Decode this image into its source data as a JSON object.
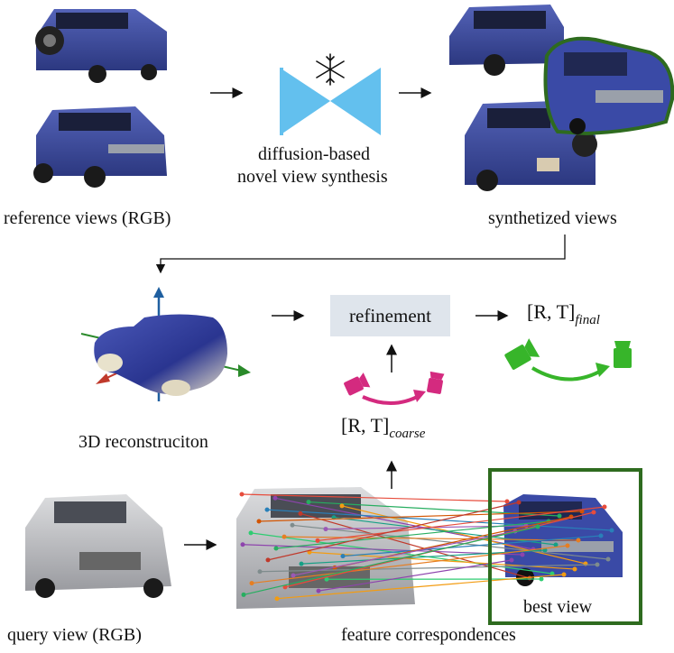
{
  "labels": {
    "reference_views": "reference views (RGB)",
    "diffusion_line1": "diffusion-based",
    "diffusion_line2": "novel view synthesis",
    "synthetized_views": "synthetized views",
    "refinement": "refinement",
    "reconstruction": "3D reconstruciton",
    "query_view": "query view (RGB)",
    "feature_correspondences": "feature correspondences",
    "best_view": "best view"
  },
  "pose_final": {
    "base": "[R, T]",
    "sub": "final"
  },
  "pose_coarse": {
    "base": "[R, T]",
    "sub": "coarse"
  },
  "colors": {
    "diffusion_model": "#63c0ee",
    "best_view_frame": "#2e6b1f",
    "camera_coarse": "#d42a7f",
    "camera_final": "#37b52a",
    "axis_blue": "#1f5fa0",
    "axis_green": "#2a8a2a",
    "axis_red": "#c0392b",
    "car_blue": "#3b4a9e",
    "car_silver": "#b8b9bc"
  }
}
